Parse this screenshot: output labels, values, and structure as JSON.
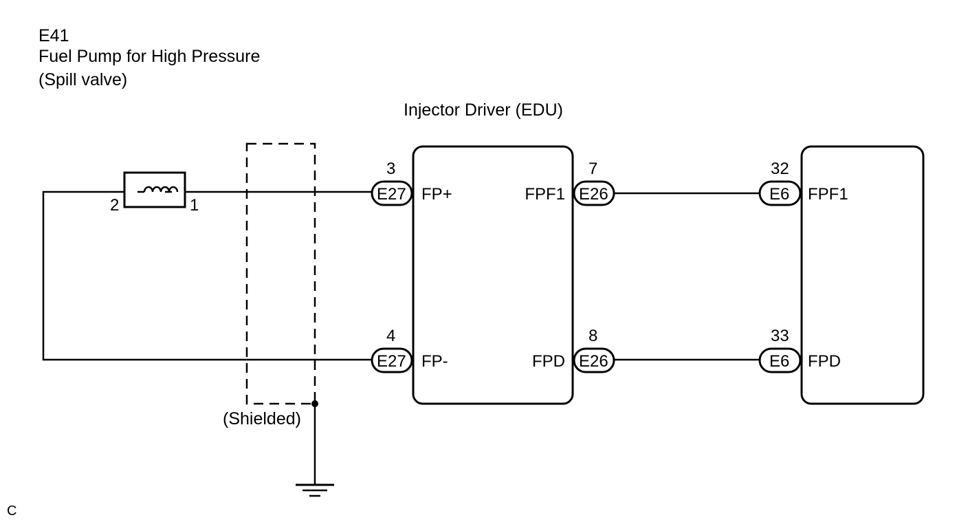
{
  "component": {
    "code": "E41",
    "name": "Fuel Pump for High Pressure",
    "sub": "(Spill valve)",
    "pin_left": "2",
    "pin_right": "1"
  },
  "edu": {
    "title": "Injector Driver (EDU)",
    "top_left_pin": "3",
    "top_left_conn": "E27",
    "top_left_sig": "FP+",
    "bottom_left_pin": "4",
    "bottom_left_conn": "E27",
    "bottom_left_sig": "FP-",
    "top_right_pin": "7",
    "top_right_conn": "E26",
    "top_right_sig": "FPF1",
    "bottom_right_pin": "8",
    "bottom_right_conn": "E26",
    "bottom_right_sig": "FPD"
  },
  "ecm": {
    "top_pin": "32",
    "top_conn": "E6",
    "top_sig": "FPF1",
    "bottom_pin": "33",
    "bottom_conn": "E6",
    "bottom_sig": "FPD"
  },
  "shield_label": "(Shielded)",
  "corner_mark": "C"
}
